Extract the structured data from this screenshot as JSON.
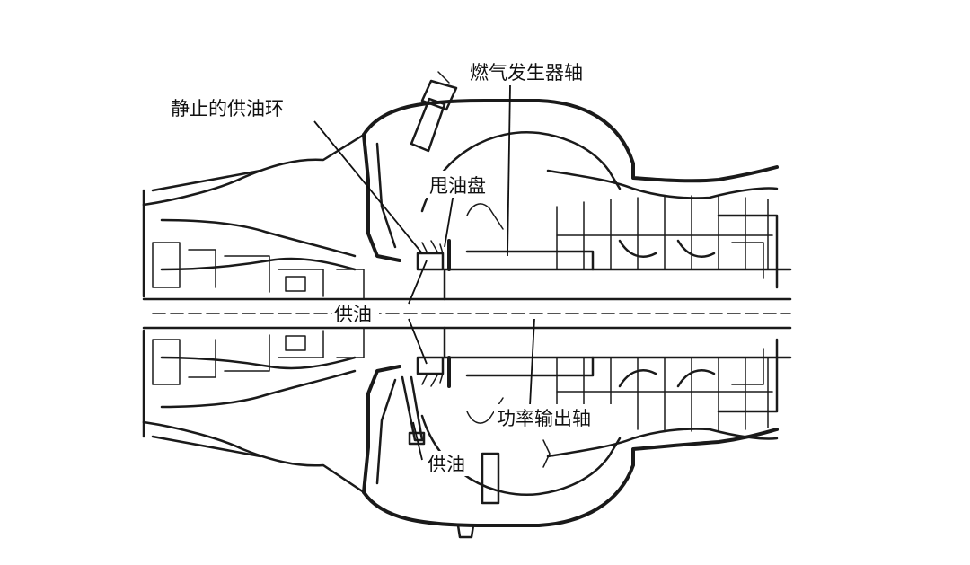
{
  "labels": {
    "static_oil_ring": "静止的供油环",
    "gas_generator_shaft": "燃气发生器轴",
    "oil_slinger_disk": "甩油盘",
    "oil_supply_center": "供油",
    "power_output_shaft": "功率输出轴",
    "oil_supply_bottom": "供油"
  }
}
